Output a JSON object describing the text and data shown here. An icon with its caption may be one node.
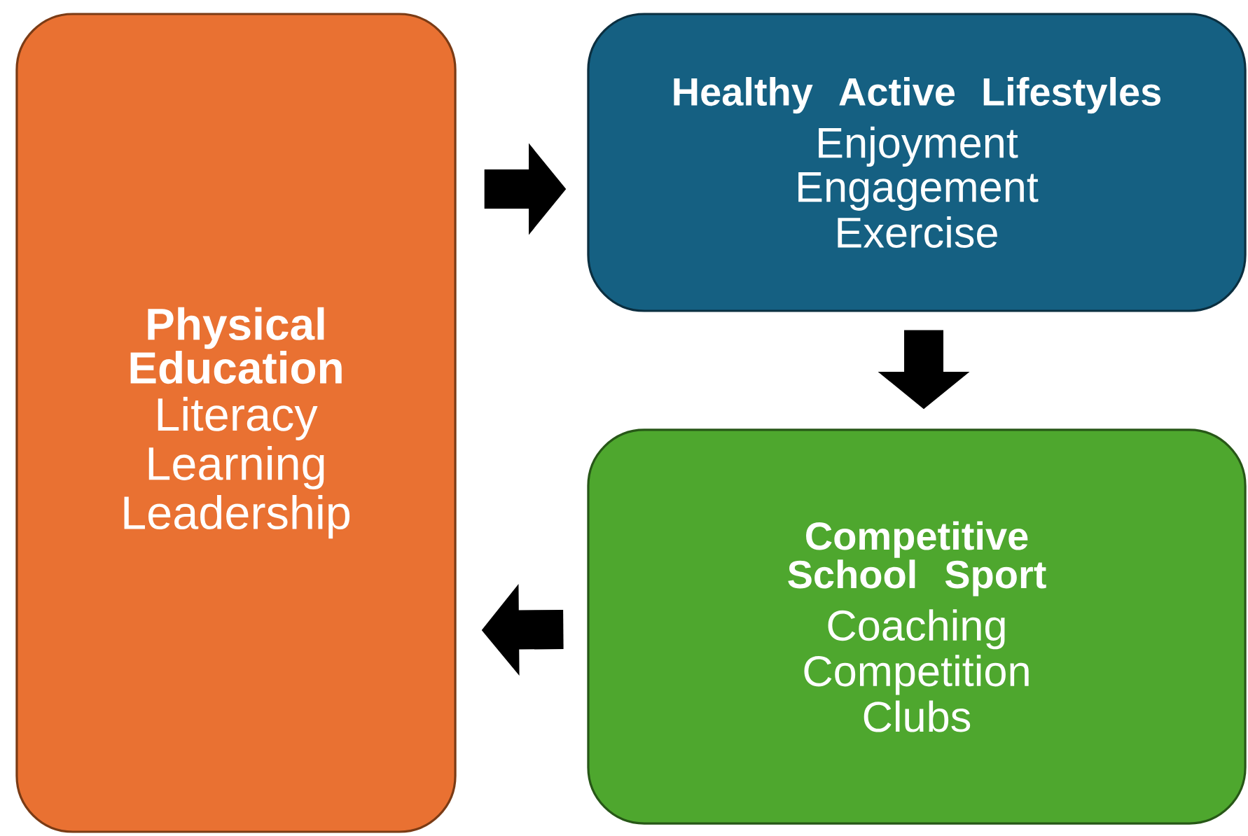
{
  "diagram": {
    "nodes": [
      {
        "text": [
          "Physical Education",
          "Literacy",
          "Learning",
          "Leadership"
        ]
      },
      {
        "text": [
          "Healthy Active Lifestyles",
          "Enjoyment",
          "Engagement",
          "Exercise"
        ]
      },
      {
        "text": [
          "Competitive School Sport",
          "Coaching",
          "Competition",
          "Clubs"
        ]
      }
    ],
    "edges": [
      {
        "from": 0,
        "to": 1,
        "arrow": "to"
      },
      {
        "from": 1,
        "to": 2,
        "arrow": "to"
      },
      {
        "from": 2,
        "to": 0,
        "arrow": "to"
      }
    ]
  }
}
